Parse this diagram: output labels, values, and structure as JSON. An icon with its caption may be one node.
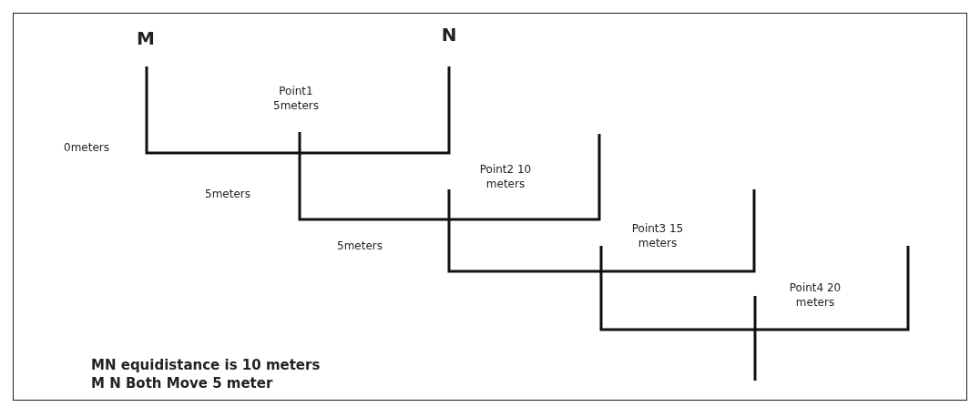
{
  "diagram": {
    "labels": [
      "M",
      "N",
      "Point1 5meters",
      "0meters",
      "5meters",
      "Point2 10 meters",
      "5meters",
      "Point3 15 meters",
      "Point4 20 meters",
      "MN equidistance is 10 meters",
      "M N Both Move 5 meter"
    ]
  }
}
